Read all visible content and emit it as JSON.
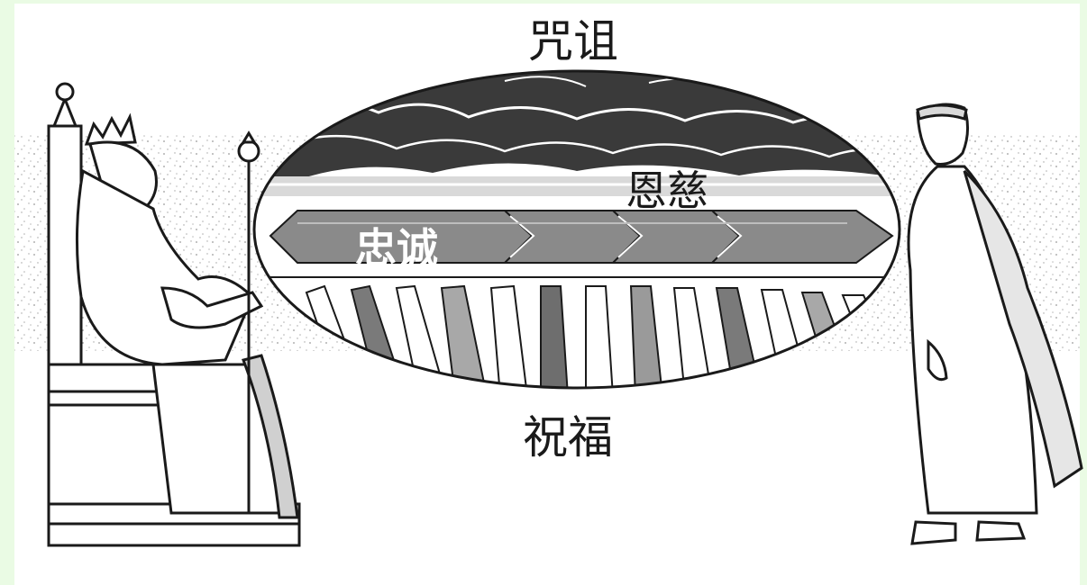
{
  "labels": {
    "top": "咒诅",
    "bottom": "祝福",
    "upper_band": "恩慈",
    "sword_band": "忠诚"
  },
  "colors": {
    "ink": "#1a1a1a",
    "sword_fill": "#8a8a8a",
    "band_gray": "#bdbdbd",
    "background_tint": "#eafbe4"
  }
}
